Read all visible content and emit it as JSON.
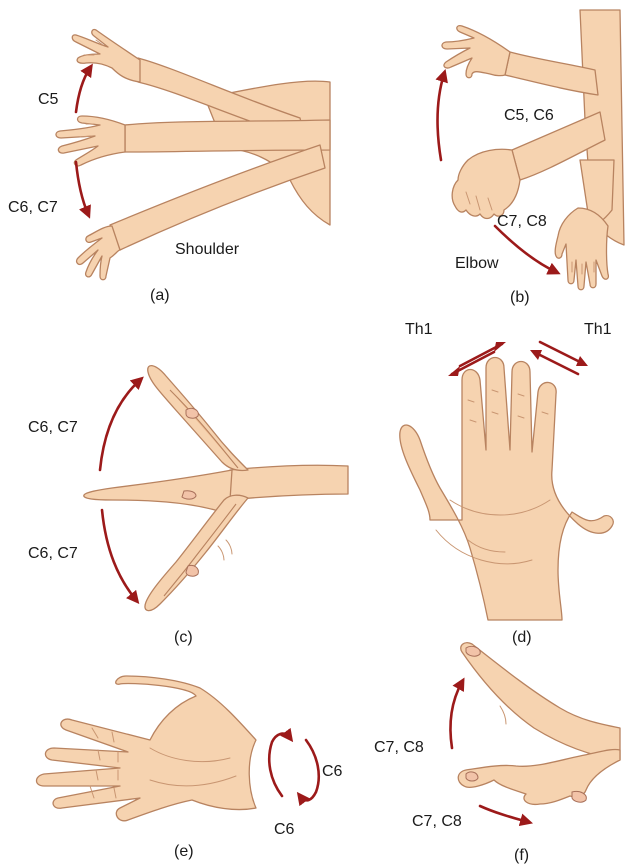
{
  "panels": {
    "a": {
      "caption": "(a)",
      "label_up": "C5",
      "label_down": "C6, C7",
      "label_joint": "Shoulder"
    },
    "b": {
      "caption": "(b)",
      "label_flex": "C5, C6",
      "label_ext": "C7, C8",
      "label_joint": "Elbow"
    },
    "c": {
      "caption": "(c)",
      "label_up": "C6, C7",
      "label_down": "C6, C7"
    },
    "d": {
      "caption": "(d)",
      "label_left": "Th1",
      "label_right": "Th1"
    },
    "e": {
      "caption": "(e)",
      "label_top": "C6",
      "label_bottom": "C6"
    },
    "f": {
      "caption": "(f)",
      "label_up": "C7, C8",
      "label_down": "C7, C8"
    }
  },
  "colors": {
    "arrow": "#9c1a1a",
    "skin": "#f6d3b0",
    "outline": "#b88360",
    "text": "#1a1a1a"
  }
}
